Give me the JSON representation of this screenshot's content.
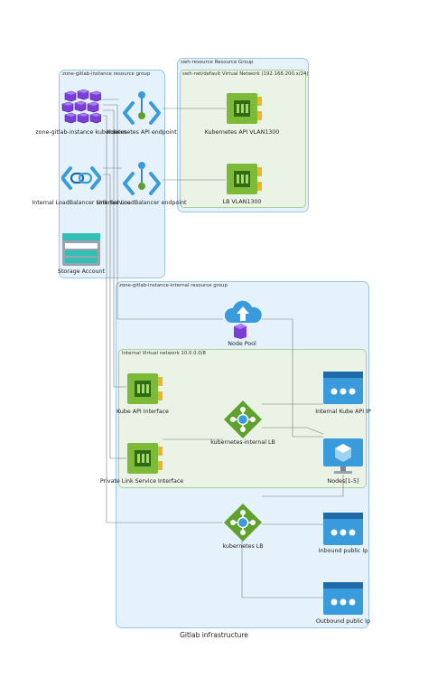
{
  "groups": {
    "swh": "swh-resource Resource Group",
    "swh_vnet": "swh-net/default Virtual Network (192.168.200.x/24)",
    "instance": "zone-gitlab-instance resource group",
    "internal": "zone-gitlab-instance-internal resource group",
    "internal_vnet": "Internal Virtual network 10.0.0.0/8"
  },
  "nodes": {
    "kubernetes": "zone-gitlab-instance kubernetes",
    "k8s_api_endpoint": "Kubernetes API endpoint",
    "k8s_api_vlan": "Kubernetes API VLAN1300",
    "lb_link": "Internal LoadBalancer Link Service",
    "lb_endpoint": "Internal LoadBalancer endpoint",
    "lb_vlan": "LB VLAN1300",
    "storage": "Storage Account",
    "node_pool": "Node Pool",
    "kube_api_iface": "Kube API Interface",
    "internal_kube_ip": "Internal Kube API IP",
    "internal_lb": "kubernetes-internal LB",
    "private_link_iface": "Private Link Service Interface",
    "nodes": "Nodes[1-5]",
    "k8s_lb": "kubernetes LB",
    "inbound_ip": "Inbound public Ip",
    "outbound_ip": "Outbound public Ip"
  },
  "caption": "Gitlab infrastructure",
  "colors": {
    "group_fill": "#e5f2fb",
    "group_border": "#9cc6e4",
    "vnet_fill": "#ebf3e6",
    "vnet_border": "#a9cf9a",
    "azure_blue": "#3a9bdc",
    "nic_green": "#7dba38",
    "lb_green": "#5ea12d",
    "aks_purple": "#7b3fd8"
  }
}
